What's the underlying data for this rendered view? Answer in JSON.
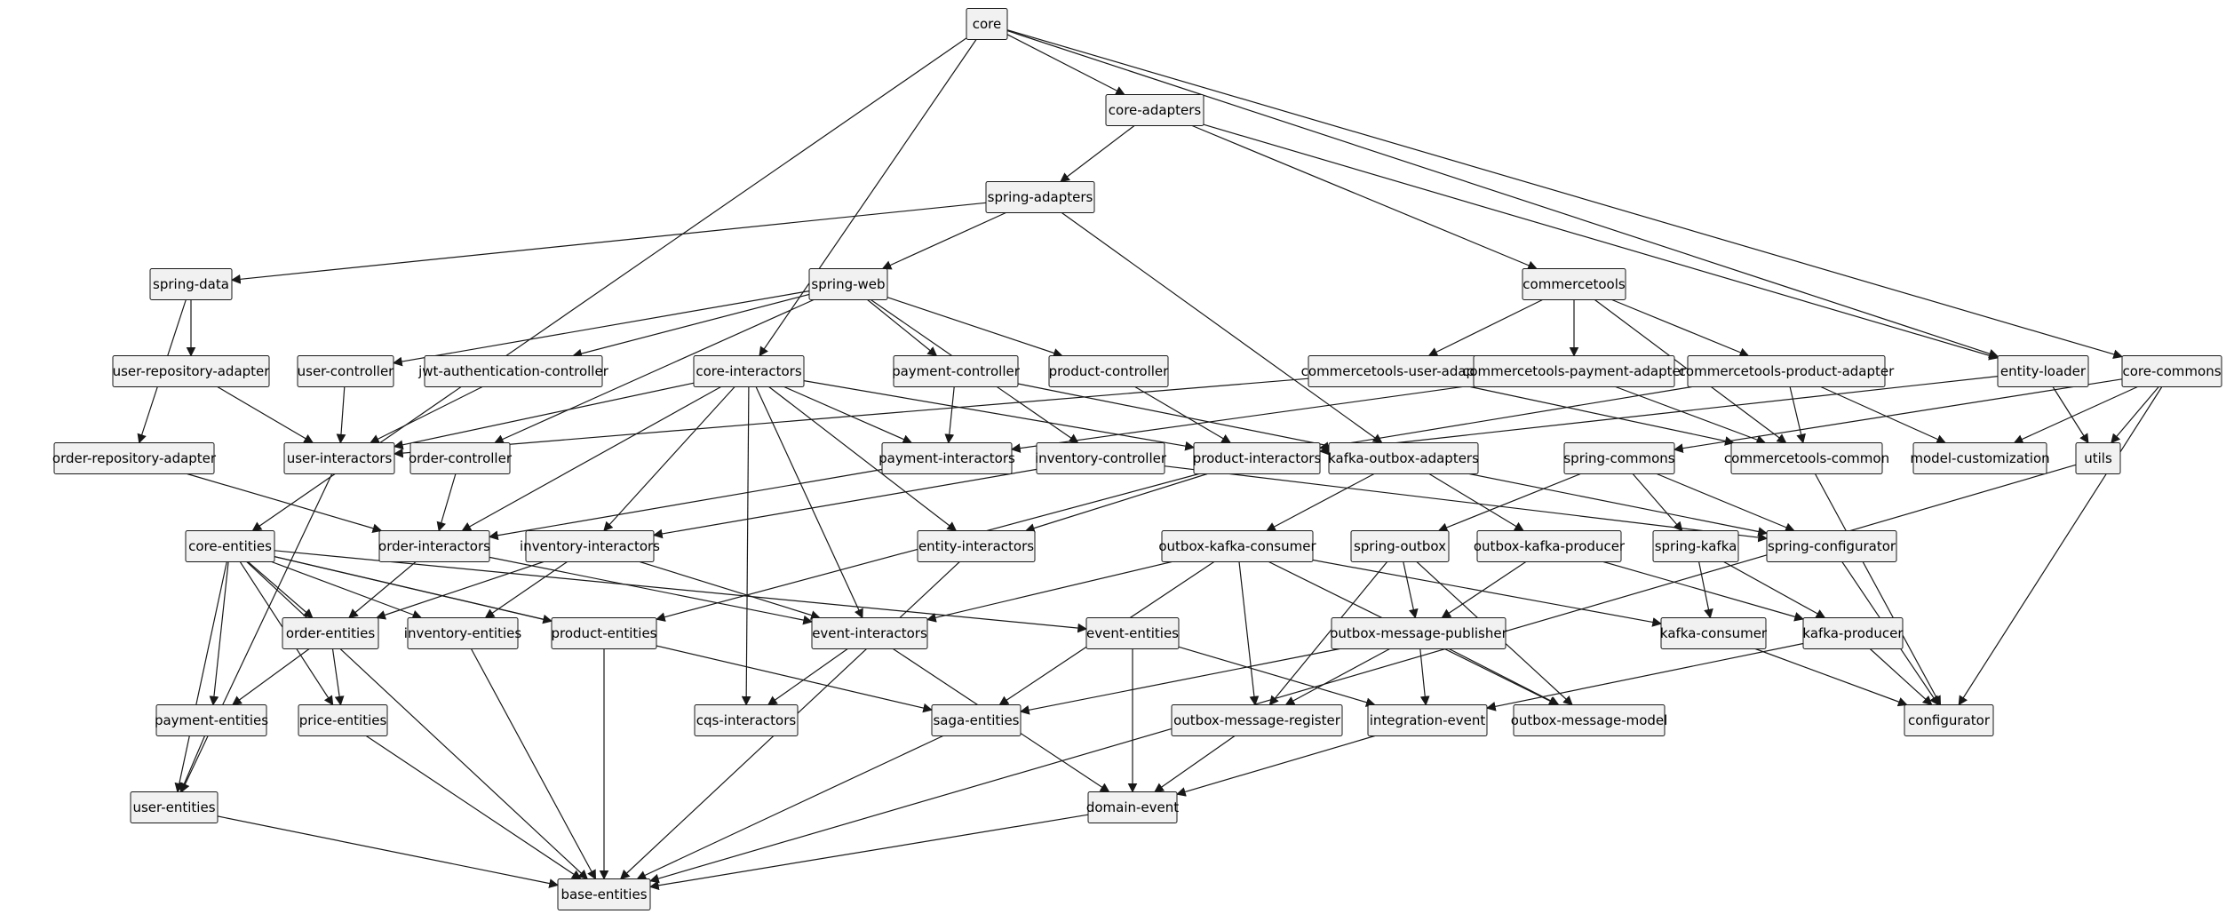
{
  "diagram": {
    "colors": {
      "node_fill": "#f1f1f1",
      "node_stroke": "#181818",
      "edge": "#181818",
      "background": "#ffffff"
    },
    "nodes": [
      {
        "id": "core",
        "label": "core"
      },
      {
        "id": "core-adapters",
        "label": "core-adapters"
      },
      {
        "id": "spring-adapters",
        "label": "spring-adapters"
      },
      {
        "id": "spring-data",
        "label": "spring-data"
      },
      {
        "id": "spring-web",
        "label": "spring-web"
      },
      {
        "id": "commercetools",
        "label": "commercetools"
      },
      {
        "id": "user-repository-adapter",
        "label": "user-repository-adapter"
      },
      {
        "id": "user-controller",
        "label": "user-controller"
      },
      {
        "id": "jwt-authentication-controller",
        "label": "jwt-authentication-controller"
      },
      {
        "id": "core-interactors",
        "label": "core-interactors"
      },
      {
        "id": "payment-controller",
        "label": "payment-controller"
      },
      {
        "id": "product-controller",
        "label": "product-controller"
      },
      {
        "id": "commercetools-user-adapter",
        "label": "commercetools-user-adapter"
      },
      {
        "id": "commercetools-payment-adapter",
        "label": "commercetools-payment-adapter"
      },
      {
        "id": "commercetools-product-adapter",
        "label": "commercetools-product-adapter"
      },
      {
        "id": "entity-loader",
        "label": "entity-loader"
      },
      {
        "id": "core-commons",
        "label": "core-commons"
      },
      {
        "id": "order-repository-adapter",
        "label": "order-repository-adapter"
      },
      {
        "id": "user-interactors",
        "label": "user-interactors"
      },
      {
        "id": "order-controller",
        "label": "order-controller"
      },
      {
        "id": "payment-interactors",
        "label": "payment-interactors"
      },
      {
        "id": "inventory-controller",
        "label": "inventory-controller"
      },
      {
        "id": "product-interactors",
        "label": "product-interactors"
      },
      {
        "id": "kafka-outbox-adapters",
        "label": "kafka-outbox-adapters"
      },
      {
        "id": "spring-commons",
        "label": "spring-commons"
      },
      {
        "id": "commercetools-common",
        "label": "commercetools-common"
      },
      {
        "id": "model-customization",
        "label": "model-customization"
      },
      {
        "id": "utils",
        "label": "utils"
      },
      {
        "id": "core-entities",
        "label": "core-entities"
      },
      {
        "id": "order-interactors",
        "label": "order-interactors"
      },
      {
        "id": "inventory-interactors",
        "label": "inventory-interactors"
      },
      {
        "id": "entity-interactors",
        "label": "entity-interactors"
      },
      {
        "id": "outbox-kafka-consumer",
        "label": "outbox-kafka-consumer"
      },
      {
        "id": "spring-outbox",
        "label": "spring-outbox"
      },
      {
        "id": "outbox-kafka-producer",
        "label": "outbox-kafka-producer"
      },
      {
        "id": "spring-kafka",
        "label": "spring-kafka"
      },
      {
        "id": "spring-configurator",
        "label": "spring-configurator"
      },
      {
        "id": "order-entities",
        "label": "order-entities"
      },
      {
        "id": "inventory-entities",
        "label": "inventory-entities"
      },
      {
        "id": "product-entities",
        "label": "product-entities"
      },
      {
        "id": "event-interactors",
        "label": "event-interactors"
      },
      {
        "id": "event-entities",
        "label": "event-entities"
      },
      {
        "id": "outbox-message-publisher",
        "label": "outbox-message-publisher"
      },
      {
        "id": "kafka-consumer",
        "label": "kafka-consumer"
      },
      {
        "id": "kafka-producer",
        "label": "kafka-producer"
      },
      {
        "id": "payment-entities",
        "label": "payment-entities"
      },
      {
        "id": "price-entities",
        "label": "price-entities"
      },
      {
        "id": "cqs-interactors",
        "label": "cqs-interactors"
      },
      {
        "id": "saga-entities",
        "label": "saga-entities"
      },
      {
        "id": "outbox-message-register",
        "label": "outbox-message-register"
      },
      {
        "id": "integration-event",
        "label": "integration-event"
      },
      {
        "id": "outbox-message-model",
        "label": "outbox-message-model"
      },
      {
        "id": "configurator",
        "label": "configurator"
      },
      {
        "id": "user-entities",
        "label": "user-entities"
      },
      {
        "id": "domain-event",
        "label": "domain-event"
      },
      {
        "id": "base-entities",
        "label": "base-entities"
      }
    ],
    "edges": [
      [
        "core",
        "core-adapters"
      ],
      [
        "core",
        "core-interactors"
      ],
      [
        "core",
        "core-entities"
      ],
      [
        "core",
        "entity-loader"
      ],
      [
        "core",
        "core-commons"
      ],
      [
        "core-adapters",
        "spring-adapters"
      ],
      [
        "core-adapters",
        "commercetools"
      ],
      [
        "core-adapters",
        "entity-loader"
      ],
      [
        "spring-adapters",
        "spring-data"
      ],
      [
        "spring-adapters",
        "spring-web"
      ],
      [
        "spring-adapters",
        "kafka-outbox-adapters"
      ],
      [
        "spring-data",
        "user-repository-adapter"
      ],
      [
        "spring-data",
        "order-repository-adapter"
      ],
      [
        "spring-web",
        "user-controller"
      ],
      [
        "spring-web",
        "jwt-authentication-controller"
      ],
      [
        "spring-web",
        "payment-controller"
      ],
      [
        "spring-web",
        "product-controller"
      ],
      [
        "spring-web",
        "order-controller"
      ],
      [
        "spring-web",
        "inventory-controller"
      ],
      [
        "commercetools",
        "commercetools-user-adapter"
      ],
      [
        "commercetools",
        "commercetools-payment-adapter"
      ],
      [
        "commercetools",
        "commercetools-product-adapter"
      ],
      [
        "commercetools",
        "commercetools-common"
      ],
      [
        "user-repository-adapter",
        "user-interactors"
      ],
      [
        "user-controller",
        "user-interactors"
      ],
      [
        "jwt-authentication-controller",
        "user-interactors"
      ],
      [
        "core-interactors",
        "user-interactors"
      ],
      [
        "core-interactors",
        "payment-interactors"
      ],
      [
        "core-interactors",
        "product-interactors"
      ],
      [
        "core-interactors",
        "order-interactors"
      ],
      [
        "core-interactors",
        "inventory-interactors"
      ],
      [
        "core-interactors",
        "entity-interactors"
      ],
      [
        "core-interactors",
        "event-interactors"
      ],
      [
        "core-interactors",
        "cqs-interactors"
      ],
      [
        "payment-controller",
        "payment-interactors"
      ],
      [
        "payment-controller",
        "spring-configurator"
      ],
      [
        "product-controller",
        "product-interactors"
      ],
      [
        "commercetools-user-adapter",
        "user-interactors"
      ],
      [
        "commercetools-user-adapter",
        "commercetools-common"
      ],
      [
        "commercetools-payment-adapter",
        "payment-interactors"
      ],
      [
        "commercetools-payment-adapter",
        "commercetools-common"
      ],
      [
        "commercetools-product-adapter",
        "product-interactors"
      ],
      [
        "commercetools-product-adapter",
        "commercetools-common"
      ],
      [
        "commercetools-product-adapter",
        "model-customization"
      ],
      [
        "entity-loader",
        "product-interactors"
      ],
      [
        "entity-loader",
        "utils"
      ],
      [
        "core-commons",
        "spring-commons"
      ],
      [
        "core-commons",
        "model-customization"
      ],
      [
        "core-commons",
        "utils"
      ],
      [
        "core-commons",
        "configurator"
      ],
      [
        "order-repository-adapter",
        "order-interactors"
      ],
      [
        "user-interactors",
        "user-entities"
      ],
      [
        "order-controller",
        "order-interactors"
      ],
      [
        "payment-interactors",
        "order-interactors"
      ],
      [
        "inventory-controller",
        "inventory-interactors"
      ],
      [
        "inventory-controller",
        "spring-configurator"
      ],
      [
        "product-interactors",
        "entity-interactors"
      ],
      [
        "product-interactors",
        "product-entities"
      ],
      [
        "kafka-outbox-adapters",
        "outbox-kafka-consumer"
      ],
      [
        "kafka-outbox-adapters",
        "outbox-kafka-producer"
      ],
      [
        "spring-commons",
        "spring-outbox"
      ],
      [
        "spring-commons",
        "spring-kafka"
      ],
      [
        "spring-commons",
        "spring-configurator"
      ],
      [
        "commercetools-common",
        "configurator"
      ],
      [
        "utils",
        "base-entities"
      ],
      [
        "core-entities",
        "order-entities"
      ],
      [
        "core-entities",
        "inventory-entities"
      ],
      [
        "core-entities",
        "product-entities"
      ],
      [
        "core-entities",
        "event-entities"
      ],
      [
        "core-entities",
        "payment-entities"
      ],
      [
        "core-entities",
        "price-entities"
      ],
      [
        "core-entities",
        "user-entities"
      ],
      [
        "core-entities",
        "saga-entities"
      ],
      [
        "core-entities",
        "base-entities"
      ],
      [
        "order-interactors",
        "order-entities"
      ],
      [
        "order-interactors",
        "event-interactors"
      ],
      [
        "inventory-interactors",
        "order-entities"
      ],
      [
        "inventory-interactors",
        "inventory-entities"
      ],
      [
        "inventory-interactors",
        "event-interactors"
      ],
      [
        "entity-interactors",
        "base-entities"
      ],
      [
        "outbox-kafka-consumer",
        "event-interactors"
      ],
      [
        "outbox-kafka-consumer",
        "saga-entities"
      ],
      [
        "outbox-kafka-consumer",
        "outbox-message-register"
      ],
      [
        "outbox-kafka-consumer",
        "outbox-message-model"
      ],
      [
        "outbox-kafka-consumer",
        "kafka-consumer"
      ],
      [
        "spring-outbox",
        "outbox-message-publisher"
      ],
      [
        "spring-outbox",
        "outbox-message-register"
      ],
      [
        "spring-outbox",
        "outbox-message-model"
      ],
      [
        "outbox-kafka-producer",
        "outbox-message-publisher"
      ],
      [
        "outbox-kafka-producer",
        "kafka-producer"
      ],
      [
        "spring-kafka",
        "kafka-consumer"
      ],
      [
        "spring-kafka",
        "kafka-producer"
      ],
      [
        "spring-configurator",
        "configurator"
      ],
      [
        "order-entities",
        "payment-entities"
      ],
      [
        "order-entities",
        "price-entities"
      ],
      [
        "inventory-entities",
        "base-entities"
      ],
      [
        "product-entities",
        "base-entities"
      ],
      [
        "event-interactors",
        "cqs-interactors"
      ],
      [
        "event-interactors",
        "domain-event"
      ],
      [
        "event-entities",
        "domain-event"
      ],
      [
        "event-entities",
        "integration-event"
      ],
      [
        "outbox-message-publisher",
        "saga-entities"
      ],
      [
        "outbox-message-publisher",
        "outbox-message-register"
      ],
      [
        "outbox-message-publisher",
        "integration-event"
      ],
      [
        "outbox-message-publisher",
        "outbox-message-model"
      ],
      [
        "kafka-consumer",
        "configurator"
      ],
      [
        "kafka-producer",
        "configurator"
      ],
      [
        "kafka-producer",
        "integration-event"
      ],
      [
        "payment-entities",
        "user-entities"
      ],
      [
        "price-entities",
        "base-entities"
      ],
      [
        "saga-entities",
        "base-entities"
      ],
      [
        "outbox-message-register",
        "domain-event"
      ],
      [
        "integration-event",
        "domain-event"
      ],
      [
        "user-entities",
        "base-entities"
      ],
      [
        "domain-event",
        "base-entities"
      ]
    ]
  }
}
